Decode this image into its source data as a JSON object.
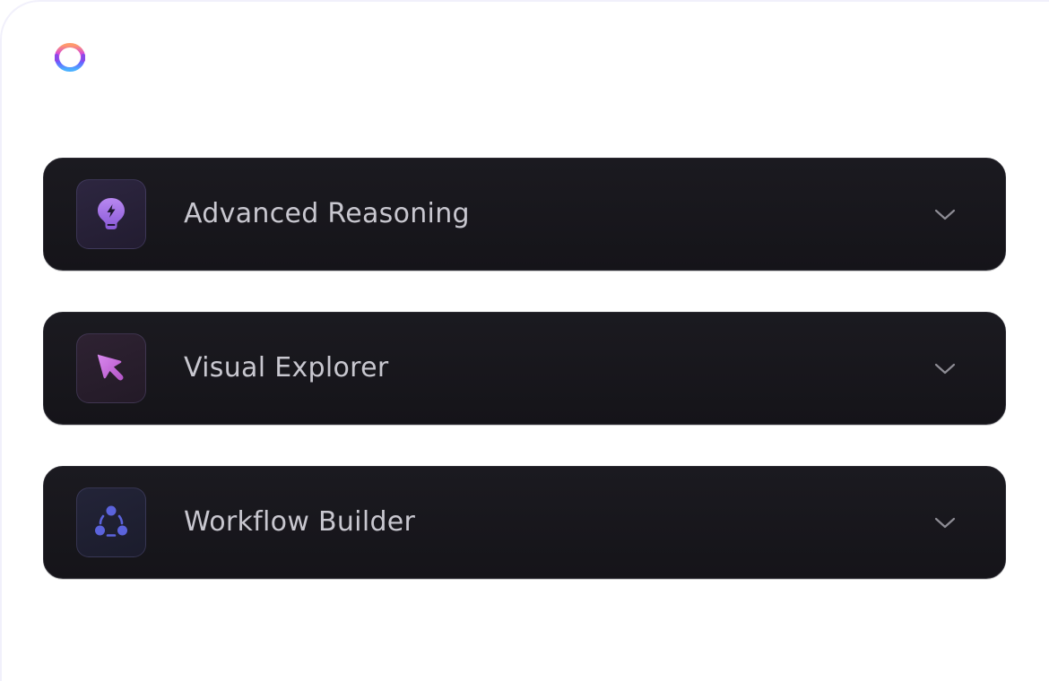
{
  "app": {
    "logo": "gradient-ring-logo"
  },
  "accordion": {
    "items": [
      {
        "label": "Advanced Reasoning",
        "icon": "lightbulb-bolt-icon",
        "icon_color": "#a070e0",
        "expanded": false
      },
      {
        "label": "Visual Explorer",
        "icon": "cursor-arrow-icon",
        "icon_color": "#c56ad8",
        "expanded": false
      },
      {
        "label": "Workflow Builder",
        "icon": "workflow-nodes-icon",
        "icon_color": "#5a62d8",
        "expanded": false
      }
    ],
    "chevron_icon": "chevron-down-icon"
  },
  "colors": {
    "card_bg": "#18171c",
    "label": "#c8c7cf",
    "chevron": "#8d8c94"
  }
}
